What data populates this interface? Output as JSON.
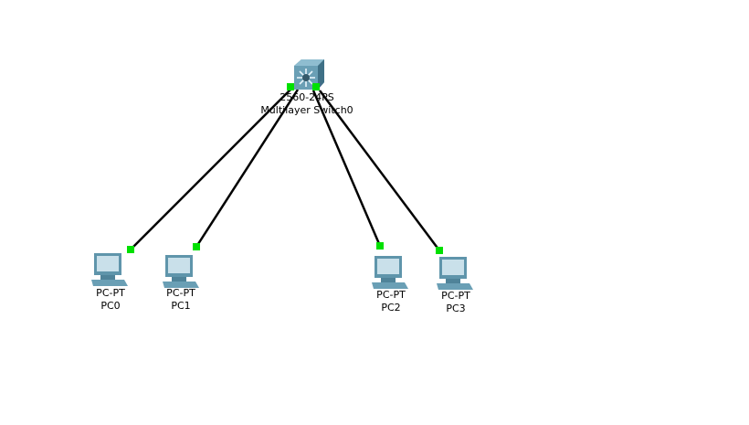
{
  "switch": {
    "model": "2560-24PS",
    "name": "Multilayer Switch0"
  },
  "pcs": [
    {
      "model": "PC-PT",
      "name": "PC0"
    },
    {
      "model": "PC-PT",
      "name": "PC1"
    },
    {
      "model": "PC-PT",
      "name": "PC2"
    },
    {
      "model": "PC-PT",
      "name": "PC3"
    }
  ],
  "colors": {
    "link": "#000000",
    "port_up": "#00e000",
    "device": "#5f95ab"
  }
}
